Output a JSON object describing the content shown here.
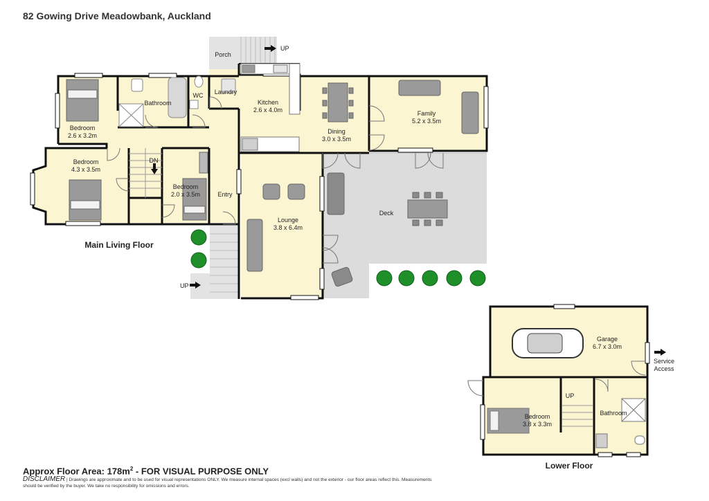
{
  "title": "82 Gowing Drive Meadowbank, Auckland",
  "floors": {
    "main": "Main Living Floor",
    "lower": "Lower Floor"
  },
  "rooms": {
    "porch": "Porch",
    "kitchen_name": "Kitchen",
    "kitchen_dim": "2.6 x 4.0m",
    "laundry": "Laundry",
    "wc": "WC",
    "bathroom_main": "Bathroom",
    "bedroom1_name": "Bedroom",
    "bedroom1_dim": "2.6 x 3.2m",
    "bedroom2_name": "Bedroom",
    "bedroom2_dim": "4.3 x 3.5m",
    "bedroom3_name": "Bedroom",
    "bedroom3_dim": "2.0 x 3.5m",
    "dining_name": "Dining",
    "dining_dim": "3.0 x 3.5m",
    "family_name": "Family",
    "family_dim": "5.2 x 3.5m",
    "lounge_name": "Lounge",
    "lounge_dim": "3.8 x 6.4m",
    "entry": "Entry",
    "deck": "Deck",
    "garage_name": "Garage",
    "garage_dim": "6.7 x 3.0m",
    "bedroom4_name": "Bedroom",
    "bedroom4_dim": "3.8 x 3.3m",
    "bathroom_lower": "Bathroom"
  },
  "markers": {
    "up_porch": "UP",
    "dn_stairs": "DN",
    "up_entry": "UP",
    "up_lower": "UP",
    "service_line1": "Service",
    "service_line2": "Access"
  },
  "footer": {
    "area_prefix": "Approx Floor Area: 178m",
    "area_sup": "2",
    "area_suffix": " - FOR VISUAL PURPOSE ONLY",
    "disclaimer_heading": "DISCLAIMER",
    "disclaimer_text": " | Drawings are approximate and to be used for visual representations ONLY. We measure internal spaces (excl walls) and not the exterior - our floor areas reflect this. Measurements should be verified by the buyer. We take no responsibility for omissions and errors."
  },
  "colors": {
    "room_fill": "#fcf5d2",
    "deck_fill": "#dcdcdc",
    "porch_fill": "#e3e3e3",
    "wall": "#111111",
    "furniture": "#8f8f8f",
    "plant": "#1f8f2a"
  }
}
